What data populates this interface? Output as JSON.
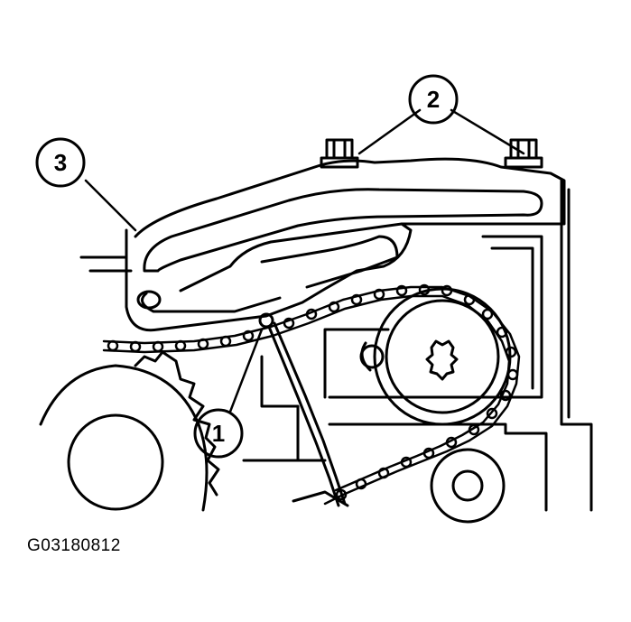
{
  "figure": {
    "id_code": "G03180812"
  },
  "callouts": [
    {
      "number": "1"
    },
    {
      "number": "2"
    },
    {
      "number": "3"
    }
  ],
  "colors": {
    "line": "#000000",
    "background": "#ffffff"
  }
}
